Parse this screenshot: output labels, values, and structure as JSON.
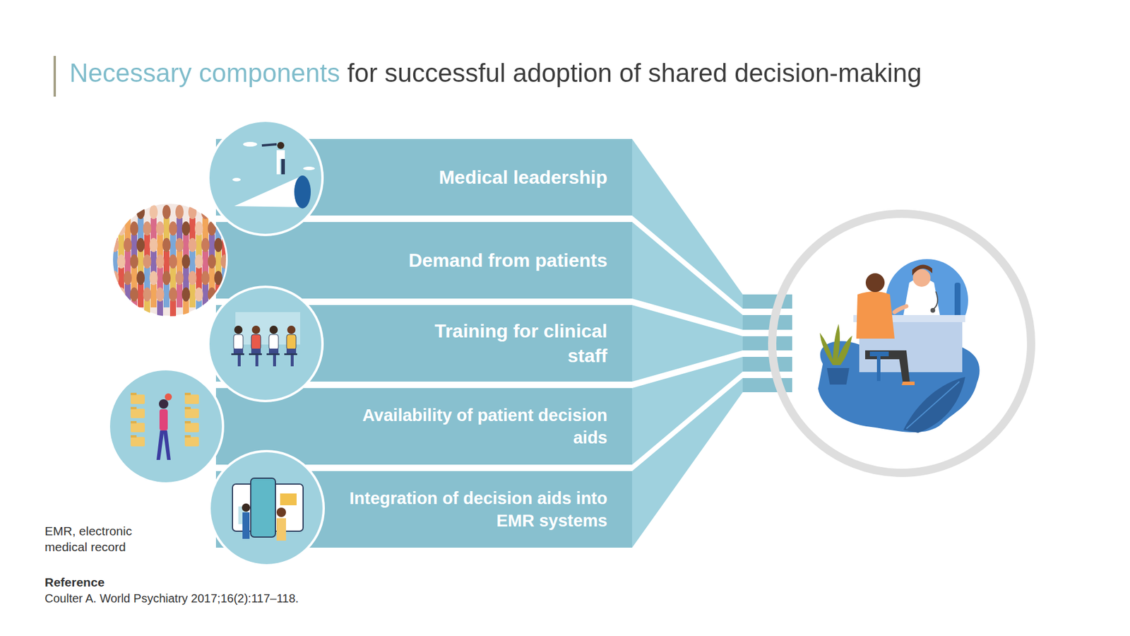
{
  "diagram": {
    "title": "Necessary components for successful adoption of shared decision-making",
    "nodes": [
      {
        "text": [
          "Medical leadership"
        ]
      },
      {
        "text": [
          "Demand from patients"
        ]
      },
      {
        "text": [
          "Training for clinical staff"
        ]
      },
      {
        "text": [
          "Availability of patient decision aids"
        ]
      },
      {
        "text": [
          "Integration of decision aids into EMR systems"
        ]
      }
    ],
    "edges": [],
    "labels": [
      "EMR, electronic medical record",
      "Reference",
      "Coulter A. World Psychiatry 2017;16(2):117–118."
    ]
  }
}
